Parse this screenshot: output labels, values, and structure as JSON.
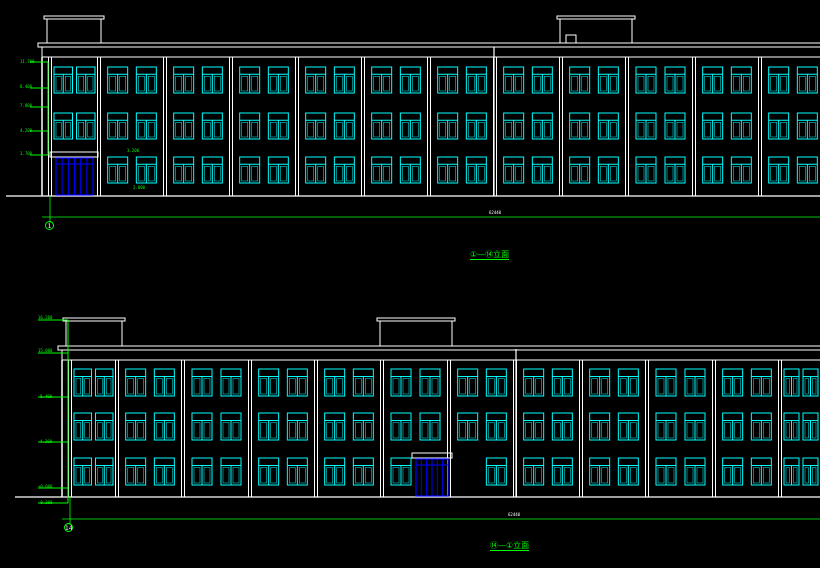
{
  "colors": {
    "background": "#000000",
    "outline": "#ffffff",
    "window": "#00ffff",
    "door": "#0000ff",
    "annotation": "#00ff00"
  },
  "elevation_1": {
    "title": "①—⑭立面",
    "axis_label": "1",
    "overall_dimension": "62440",
    "level_marks": [
      "11.700",
      "8.400",
      "7.800",
      "4.200",
      "3.700"
    ],
    "entrance_mark": "3.200",
    "entrance_mark_lower": "2.800"
  },
  "elevation_2": {
    "title": "⑭—①立面",
    "axis_label": "14",
    "overall_dimension": "62440",
    "level_marks": [
      "16.260",
      "15.000",
      "8.400",
      "4.200",
      "±0.000",
      "-0.300"
    ]
  }
}
